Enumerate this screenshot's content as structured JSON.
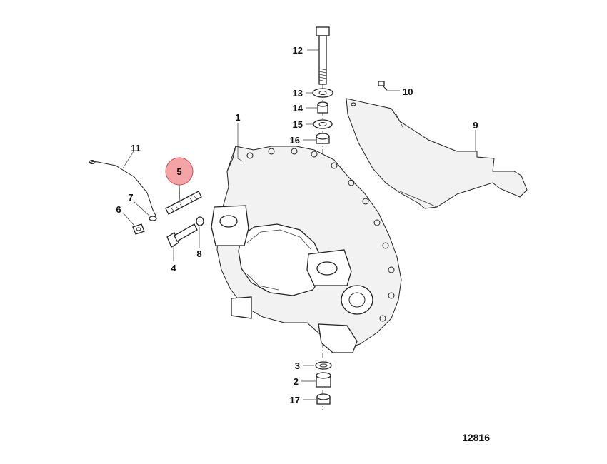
{
  "diagram": {
    "highlight_color": "#f4a3a6",
    "drawing_number": "12816",
    "highlighted_part": "5",
    "parts": [
      {
        "id": "p1",
        "number": "1"
      },
      {
        "id": "p2",
        "number": "2"
      },
      {
        "id": "p3",
        "number": "3"
      },
      {
        "id": "p4",
        "number": "4"
      },
      {
        "id": "p5",
        "number": "5"
      },
      {
        "id": "p6",
        "number": "6"
      },
      {
        "id": "p7",
        "number": "7"
      },
      {
        "id": "p8",
        "number": "8"
      },
      {
        "id": "p9",
        "number": "9"
      },
      {
        "id": "p10",
        "number": "10"
      },
      {
        "id": "p11",
        "number": "11"
      },
      {
        "id": "p12",
        "number": "12"
      },
      {
        "id": "p13",
        "number": "13"
      },
      {
        "id": "p14",
        "number": "14"
      },
      {
        "id": "p15",
        "number": "15"
      },
      {
        "id": "p16",
        "number": "16"
      },
      {
        "id": "p17",
        "number": "17"
      }
    ]
  }
}
